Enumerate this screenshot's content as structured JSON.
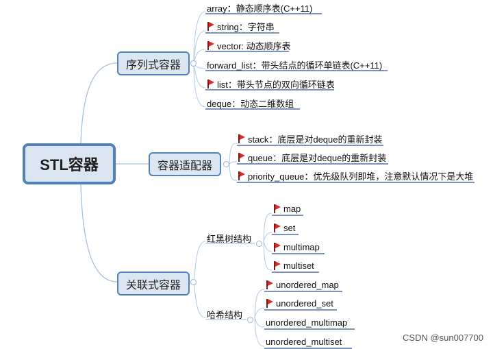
{
  "root": "STL容器",
  "branches": {
    "seq": {
      "label": "序列式容器",
      "items": [
        {
          "text": "array：静态顺序表(C++11)",
          "flag": false
        },
        {
          "text": "string：字符串",
          "flag": true
        },
        {
          "text": "vector: 动态顺序表",
          "flag": true
        },
        {
          "text": "forward_list：带头结点的循环单链表(C++11)",
          "flag": false
        },
        {
          "text": "list：带头节点的双向循环链表",
          "flag": true
        },
        {
          "text": "deque：动态二维数组",
          "flag": false
        }
      ]
    },
    "adapter": {
      "label": "容器适配器",
      "items": [
        {
          "text": "stack：底层是对deque的重新封装",
          "flag": true
        },
        {
          "text": "queue：底层是对deque的重新封装",
          "flag": true
        },
        {
          "text": "priority_queue：优先级队列即堆，注意默认情况下是大堆",
          "flag": true
        }
      ]
    },
    "assoc": {
      "label": "关联式容器",
      "groups": {
        "rb": {
          "label": "红黑树结构",
          "items": [
            {
              "text": "map",
              "flag": true
            },
            {
              "text": "set",
              "flag": true
            },
            {
              "text": "multimap",
              "flag": true
            },
            {
              "text": "multiset",
              "flag": true
            }
          ]
        },
        "hash": {
          "label": "哈希结构",
          "items": [
            {
              "text": "unordered_map",
              "flag": true
            },
            {
              "text": "unordered_set",
              "flag": true
            },
            {
              "text": "unordered_multimap",
              "flag": false
            },
            {
              "text": "unordered_multiset",
              "flag": false
            }
          ]
        }
      }
    }
  },
  "watermark": "CSDN @sun007700",
  "colors": {
    "node_border": "#4f81bd",
    "node_fill": "#dce6f2",
    "line": "#6d8fc7",
    "underline": "#4f6fa8",
    "flag": "#d62b2b"
  },
  "icons": {
    "flag": "red-flag-icon",
    "toggle": "collapse-toggle-icon"
  }
}
